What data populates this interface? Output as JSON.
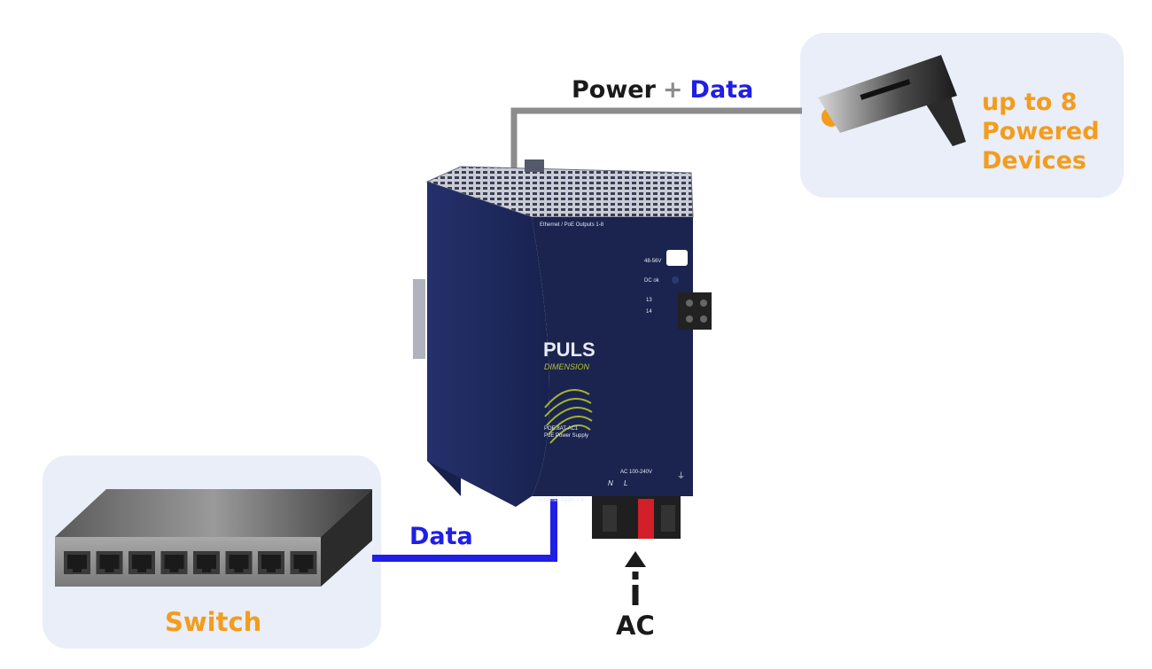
{
  "cable_top": {
    "power": "Power",
    "plus": "+",
    "data": "Data"
  },
  "cable_bottom": {
    "data": "Data"
  },
  "devices": {
    "line1": "up to 8",
    "line2": "Powered",
    "line3": "Devices"
  },
  "switch": {
    "label": "Switch",
    "port_count": 8
  },
  "ac": {
    "label": "AC"
  },
  "psu": {
    "brand": "PULS",
    "series": "DIMENSION",
    "model": "POE.8AT-AC1",
    "description": "PoE Power Supply",
    "outputs_label": "Ethernet / PoE Outputs 1-8",
    "inputs_label": "Ethernet Inputs 1-8",
    "voltage_adj": "48-56V",
    "dc_ok": "DC ok",
    "relay_13": "13",
    "relay_14": "14",
    "ac_rating": "AC 100-240V",
    "terminal_n": "N",
    "terminal_l": "L"
  },
  "colors": {
    "orange": "#f39c1d",
    "blue": "#1f1fe6",
    "dark": "#1a1a1a",
    "panel": "#e9eef8",
    "psu_body": "#1e2a5a",
    "cable_gray": "#8c8c8c"
  }
}
